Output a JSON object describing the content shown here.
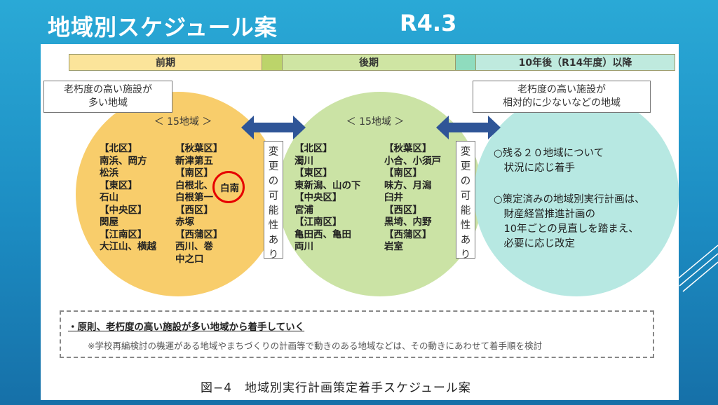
{
  "slide": {
    "title": "地域別スケジュール案",
    "date": "R4.3"
  },
  "phases": [
    {
      "label": "前期",
      "color": "#fbe49a"
    },
    {
      "label": "後期",
      "color": "#cfe5a3"
    },
    {
      "label": "10年後（R14年度）以降",
      "color": "#bfeade"
    }
  ],
  "left": {
    "callout": [
      "老朽度の高い施設が",
      "多い地域"
    ],
    "count": "＜ 15地域 ＞",
    "col1": [
      "【北区】",
      "南浜、岡方",
      "松浜",
      "【東区】",
      "石山",
      "【中央区】",
      "関屋",
      "【江南区】",
      "大江山、横越"
    ],
    "col2": [
      "【秋葉区】",
      "新津第五",
      "【南区】",
      "白根北、",
      "白根第一",
      "【西区】",
      "赤塚",
      "【西蒲区】",
      "西川、巻",
      "中之口"
    ],
    "highlight": "白南",
    "color": "#f8cd6b"
  },
  "middle": {
    "count": "＜ 15地域 ＞",
    "col1": [
      "【北区】",
      "濁川",
      "【東区】",
      "東新潟、山の下",
      "【中央区】",
      "宮浦",
      "【江南区】",
      "亀田西、亀田",
      "両川"
    ],
    "col2": [
      "【秋葉区】",
      "小合、小須戸",
      "【南区】",
      "味方、月潟",
      "臼井",
      "【西区】",
      "黒埼、内野",
      "【西蒲区】",
      "岩室"
    ],
    "color": "#c8e2a0"
  },
  "right": {
    "callout": [
      "老朽度の高い施設が",
      "相対的に少ないなどの地域"
    ],
    "text1": [
      "○残る２０地域について",
      "　状況に応じ着手"
    ],
    "text2": [
      "○策定済みの地域別実行計画は、",
      "　財産経営推進計画の",
      "　10年ごとの見直しを踏まえ、",
      "　必要に応じ改定"
    ],
    "color": "#b7e8e2"
  },
  "change_label": "変更の可能性あり",
  "note": {
    "main": "・原則、老朽度の高い施設が多い地域から着手していく",
    "sub": "※学校再編検討の機運がある地域やまちづくりの計画等で動きのある地域などは、その動きにあわせて着手順を検討"
  },
  "figure_caption": "図−4　地域別実行計画策定着手スケジュール案",
  "arrow_color": "#2f5597"
}
